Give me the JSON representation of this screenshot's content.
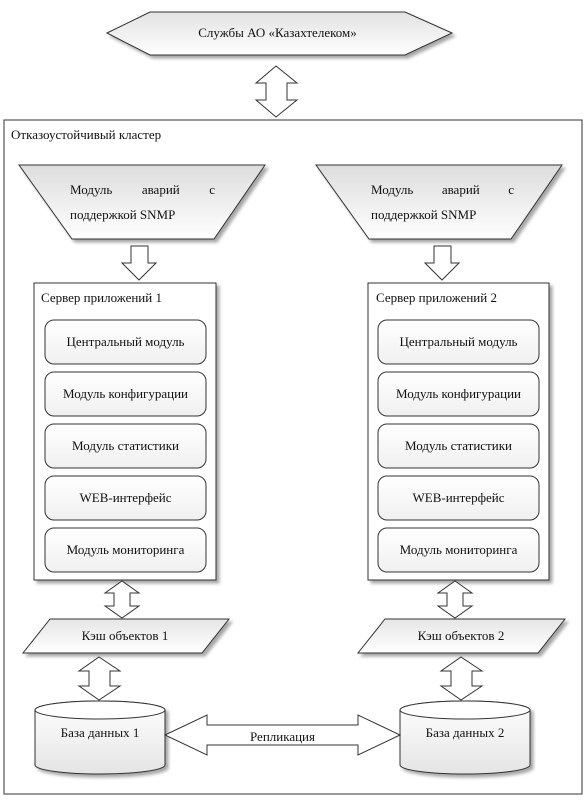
{
  "top_service": "Службы АО «Казахтелеком»",
  "cluster_label": "Отказоустойчивый кластер",
  "alarm_module": {
    "line1_words": [
      "Модуль",
      "аварий",
      "с"
    ],
    "line2": "поддержкой SNMP"
  },
  "servers": [
    {
      "title": "Сервер приложений 1",
      "modules": [
        "Центральный модуль",
        "Модуль конфигурации",
        "Модуль статистики",
        "WEB-интерфейс",
        "Модуль мониторинга"
      ],
      "cache": "Кэш объектов 1",
      "database": "База данных 1"
    },
    {
      "title": "Сервер приложений 2",
      "modules": [
        "Центральный модуль",
        "Модуль конфигурации",
        "Модуль статистики",
        "WEB-интерфейс",
        "Модуль мониторинга"
      ],
      "cache": "Кэш объектов 2",
      "database": "База данных 2"
    }
  ],
  "replication": "Репликация"
}
